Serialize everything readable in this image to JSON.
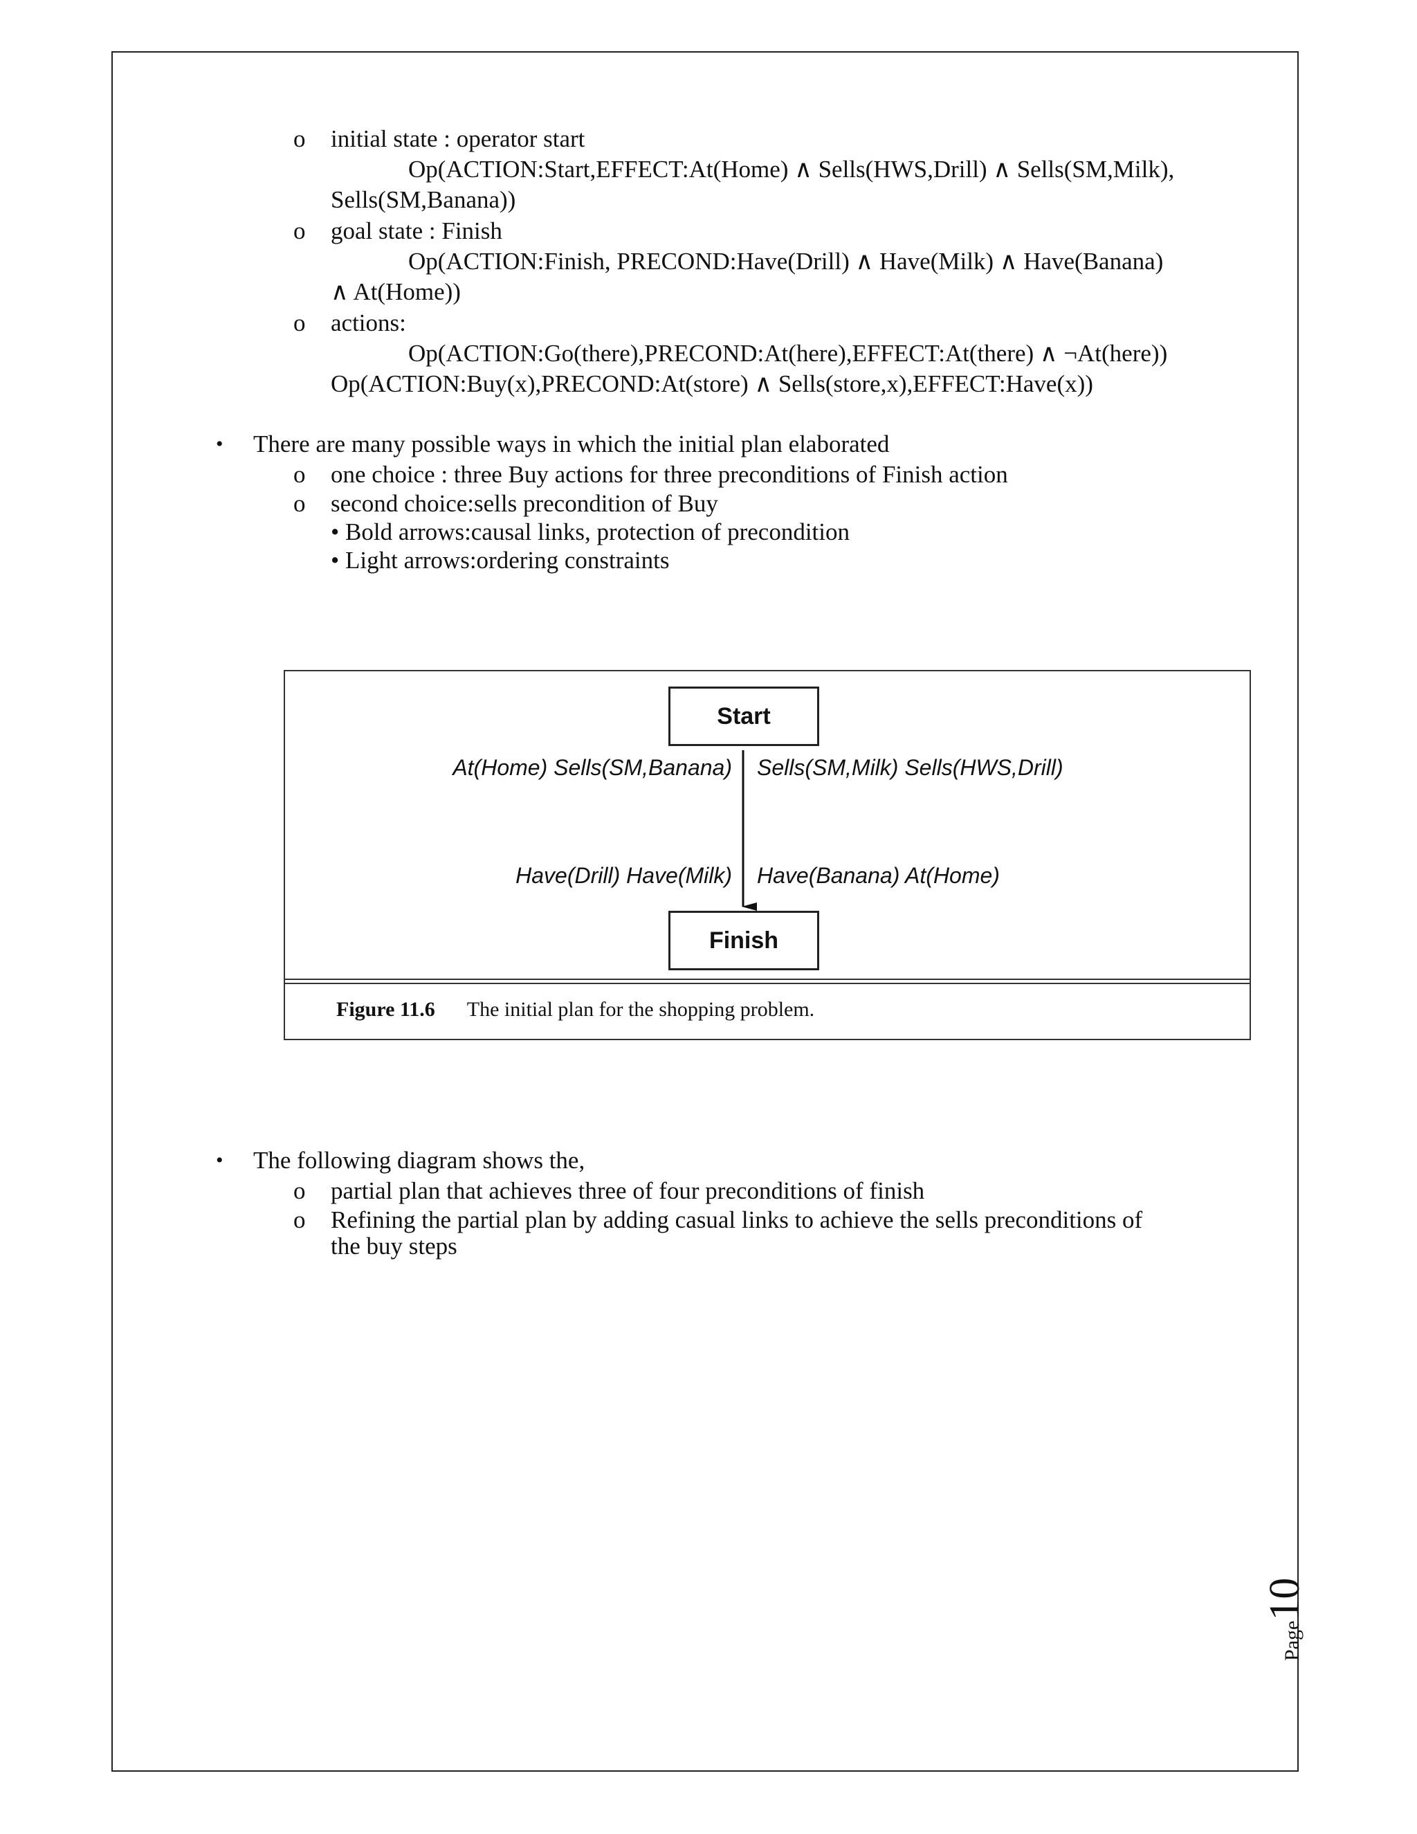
{
  "section1": {
    "items": [
      {
        "marker": "o",
        "label": "initial state : operator start",
        "line1": "Op(ACTION:Start,EFFECT:At(Home) ∧ Sells(HWS,Drill) ∧ Sells(SM,Milk),",
        "line2": "Sells(SM,Banana))"
      },
      {
        "marker": "o",
        "label": "goal state : Finish",
        "line1": "Op(ACTION:Finish,  PRECOND:Have(Drill)  ∧ Have(Milk) ∧ Have(Banana)",
        "line2": "∧ At(Home))"
      },
      {
        "marker": "o",
        "label": "actions:",
        "line1": "Op(ACTION:Go(there),PRECOND:At(here),EFFECT:At(there) ∧ ¬At(here))",
        "line2": "Op(ACTION:Buy(x),PRECOND:At(store) ∧ Sells(store,x),EFFECT:Have(x))"
      }
    ]
  },
  "section2": {
    "bullet": "•",
    "text": "There are many possible ways in which the initial plan elaborated",
    "sub": [
      {
        "marker": "o",
        "text": "one choice : three Buy actions for three preconditions of Finish action"
      },
      {
        "marker": "o",
        "text": "second choice:sells precondition of Buy"
      }
    ],
    "notes": [
      "• Bold arrows:causal links, protection of precondition",
      "• Light arrows:ordering constraints"
    ]
  },
  "figure": {
    "start_label": "Start",
    "finish_label": "Finish",
    "start_effects_left": "At(Home)  Sells(SM,Banana)",
    "start_effects_right": "Sells(SM,Milk)  Sells(HWS,Drill)",
    "finish_preconds_left": "Have(Drill)  Have(Milk)",
    "finish_preconds_right": "Have(Banana)  At(Home)",
    "caption_number": "Figure 11.6",
    "caption_text": "The initial plan for the shopping problem."
  },
  "section3": {
    "bullet": "•",
    "text": "The following diagram shows the,",
    "sub": [
      {
        "marker": "o",
        "text": "partial plan that achieves three of four preconditions of finish"
      },
      {
        "marker": "o",
        "text": "Refining the partial plan by adding casual links to achieve the sells preconditions of",
        "text2": "the buy steps"
      }
    ]
  },
  "page_number": {
    "word": "Page",
    "digit": "10"
  }
}
